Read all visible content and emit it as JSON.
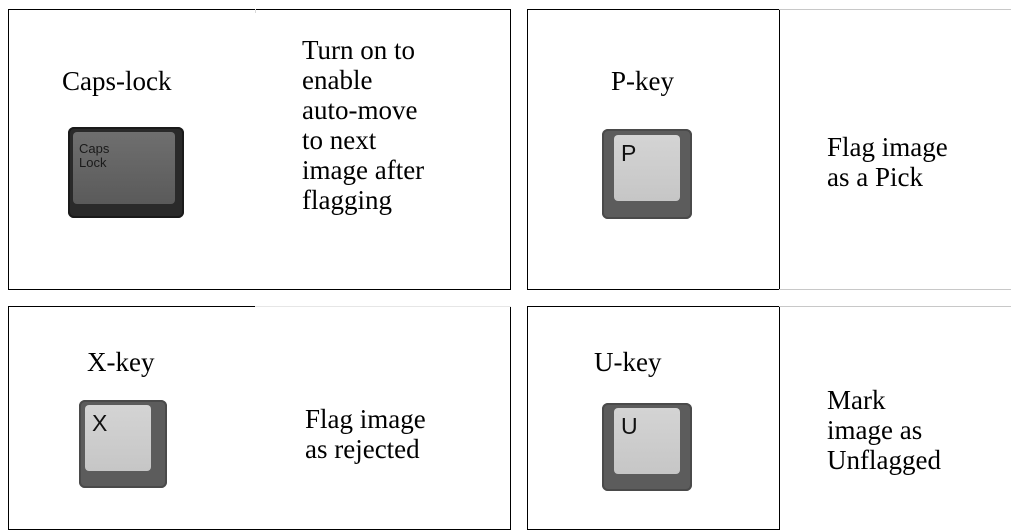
{
  "cells": [
    {
      "key_label": "Caps-lock",
      "key_cap": [
        "Caps",
        "Lock"
      ],
      "key_icon": "caps-lock-key-icon",
      "description": [
        "Turn on to",
        "enable",
        "auto-move",
        "to next",
        "image after",
        "flagging"
      ]
    },
    {
      "key_label": "P-key",
      "key_cap": [
        "P"
      ],
      "key_icon": "p-key-icon",
      "description": [
        "Flag image",
        "as a Pick"
      ]
    },
    {
      "key_label": "X-key",
      "key_cap": [
        "X"
      ],
      "key_icon": "x-key-icon",
      "description": [
        "Flag image",
        "as rejected"
      ]
    },
    {
      "key_label": "U-key",
      "key_cap": [
        "U"
      ],
      "key_icon": "u-key-icon",
      "description": [
        "Mark",
        "image as",
        "Unflagged"
      ]
    }
  ]
}
